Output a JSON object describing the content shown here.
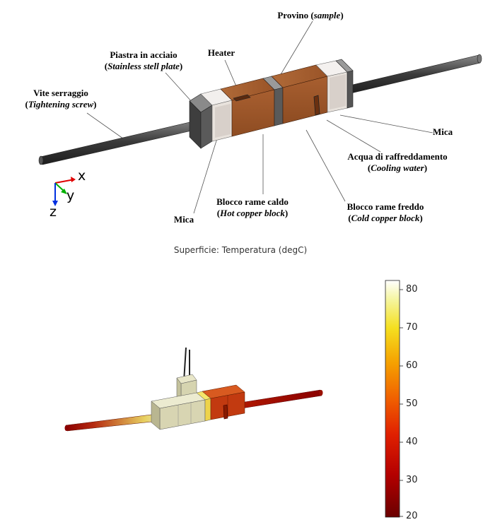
{
  "labels": {
    "provino": {
      "main": "Provino (",
      "em": "sample",
      "close": ")"
    },
    "heater": "Heater",
    "piastra": {
      "line1": "Piastra in acciaio",
      "line2_open": "(",
      "line2_em": "Stainless stell plate",
      "line2_close": ")"
    },
    "vite": {
      "line1": "Vite serraggio",
      "line2_open": "(",
      "line2_em": "Tightening screw",
      "line2_close": ")"
    },
    "mica_right": "Mica",
    "acqua": {
      "line1": "Acqua di raffreddamento",
      "line2_open": "(",
      "line2_em": "Cooling water",
      "line2_close": ")"
    },
    "blocco_caldo": {
      "line1": "Blocco rame caldo",
      "line2_open": "(",
      "line2_em": "Hot copper block",
      "line2_close": ")"
    },
    "blocco_freddo": {
      "line1": "Blocco rame freddo",
      "line2_open": "(",
      "line2_em": "Cold copper block",
      "line2_close": ")"
    },
    "mica_left": "Mica"
  },
  "axes": {
    "x": "x",
    "y": "y",
    "z": "z"
  },
  "plot_title": "Superficie: Temperatura (degC)",
  "colorbar": {
    "ticks": [
      "80",
      "70",
      "60",
      "50",
      "40",
      "30",
      "20"
    ],
    "min": 20,
    "max": 82
  },
  "colors": {
    "copper": "#a0562a",
    "steel": "#555555",
    "mica": "#e9e4e0",
    "rod": "#4a4a4a"
  }
}
